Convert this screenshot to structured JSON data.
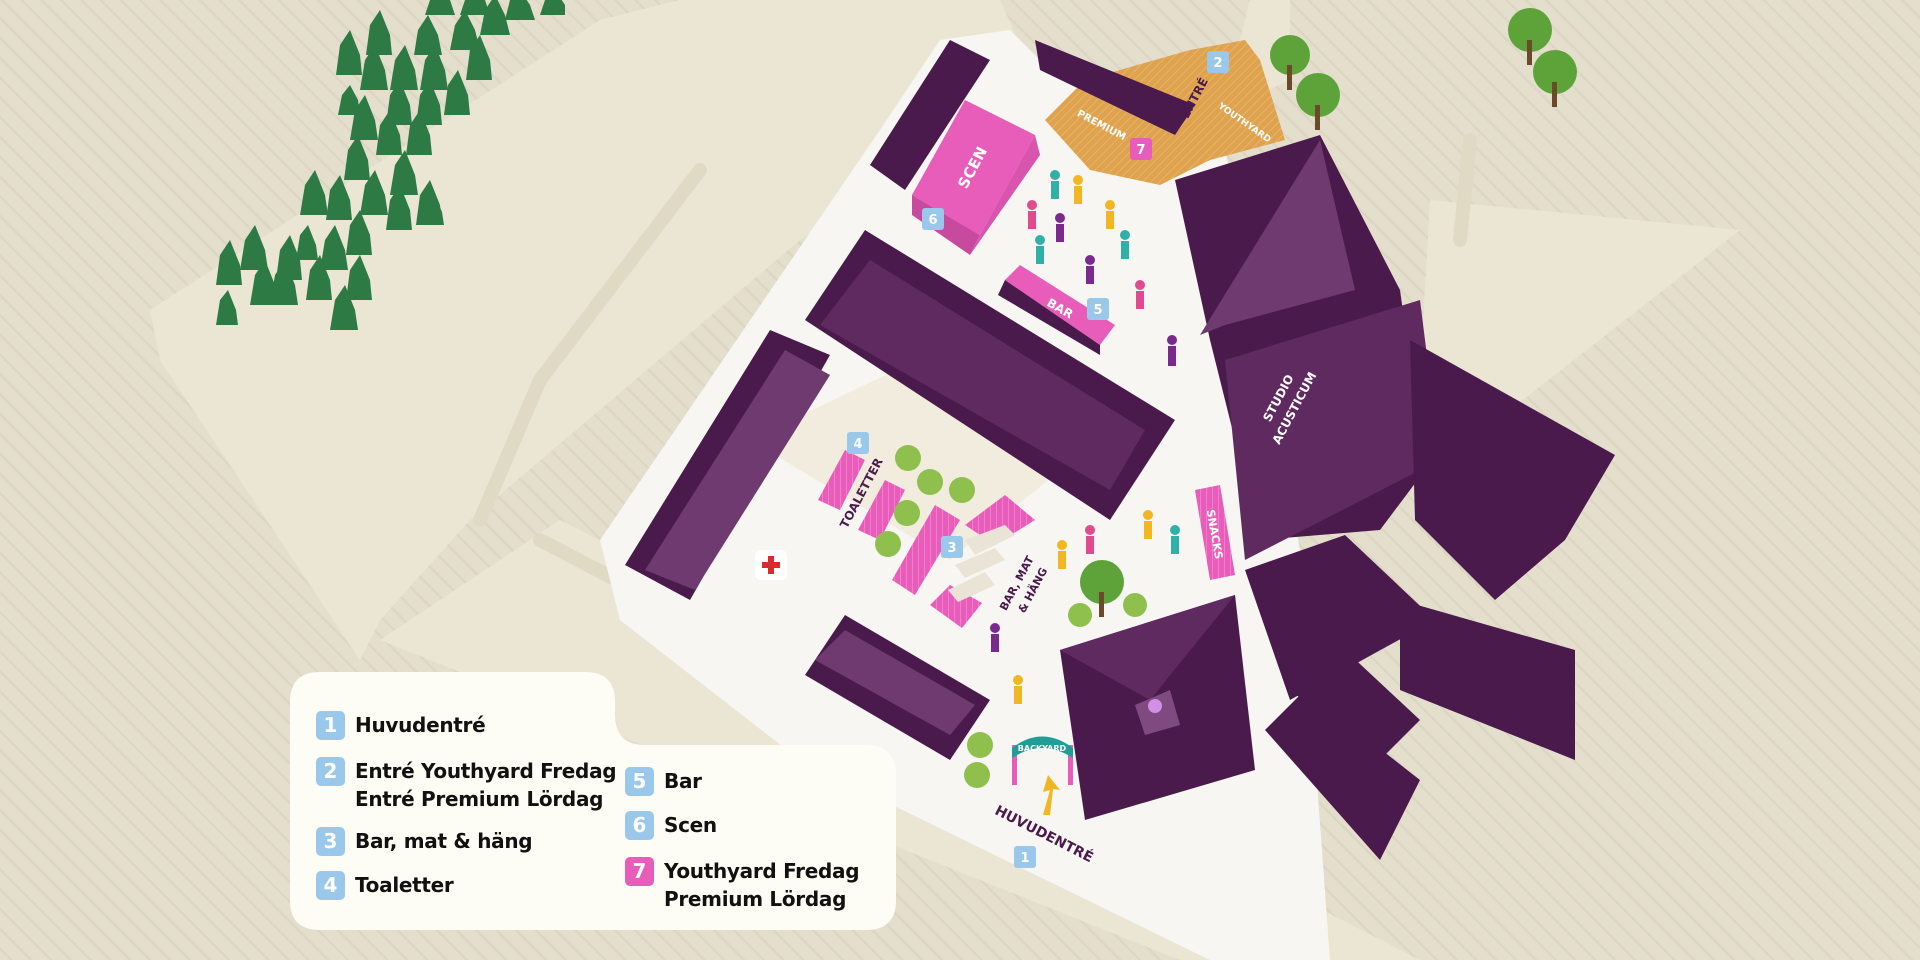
{
  "colors": {
    "ground": "#e4dfcd",
    "path": "#f1ecdd",
    "plaza": "#f7f6f2",
    "building_dark": "#4b1a4c",
    "building_mid": "#5e2a60",
    "building_light": "#6f3a70",
    "pink": "#e85cba",
    "orange": "#dfa24e",
    "badge_blue": "#9ac8ea",
    "badge_pink": "#e85cba",
    "legend_bg": "#fdfcf5",
    "tree_dark": "#2e7a45",
    "tree_light": "#5ea33a"
  },
  "map_labels": {
    "scen": "SCEN",
    "premium": "PREMIUM",
    "entre": "ENTRÉ",
    "youthyard": "YOUTHYARD",
    "bar": "BAR",
    "studio": "STUDIO",
    "acusticum": "ACUSTICUM",
    "toaletter": "TOALETTER",
    "bar_mat_line1": "BAR, MAT",
    "bar_mat_line2": "& HÄNG",
    "snacks": "SNACKS",
    "backyard": "BACKYARD",
    "huvudentre": "HUVUDENTRÉ"
  },
  "map_markers": {
    "m1": "1",
    "m2": "2",
    "m3": "3",
    "m4": "4",
    "m5": "5",
    "m6": "6",
    "m7": "7"
  },
  "first_aid_icon": "red-cross-icon",
  "legend": {
    "items": [
      {
        "num": "1",
        "lines": [
          "Huvudentré"
        ]
      },
      {
        "num": "2",
        "lines": [
          "Entré Youthyard Fredag",
          "Entré Premium Lördag"
        ]
      },
      {
        "num": "3",
        "lines": [
          "Bar, mat & häng"
        ]
      },
      {
        "num": "4",
        "lines": [
          "Toaletter"
        ]
      },
      {
        "num": "5",
        "lines": [
          "Bar"
        ]
      },
      {
        "num": "6",
        "lines": [
          "Scen"
        ]
      },
      {
        "num": "7",
        "lines": [
          "Youthyard Fredag",
          "Premium Lördag"
        ]
      }
    ]
  }
}
